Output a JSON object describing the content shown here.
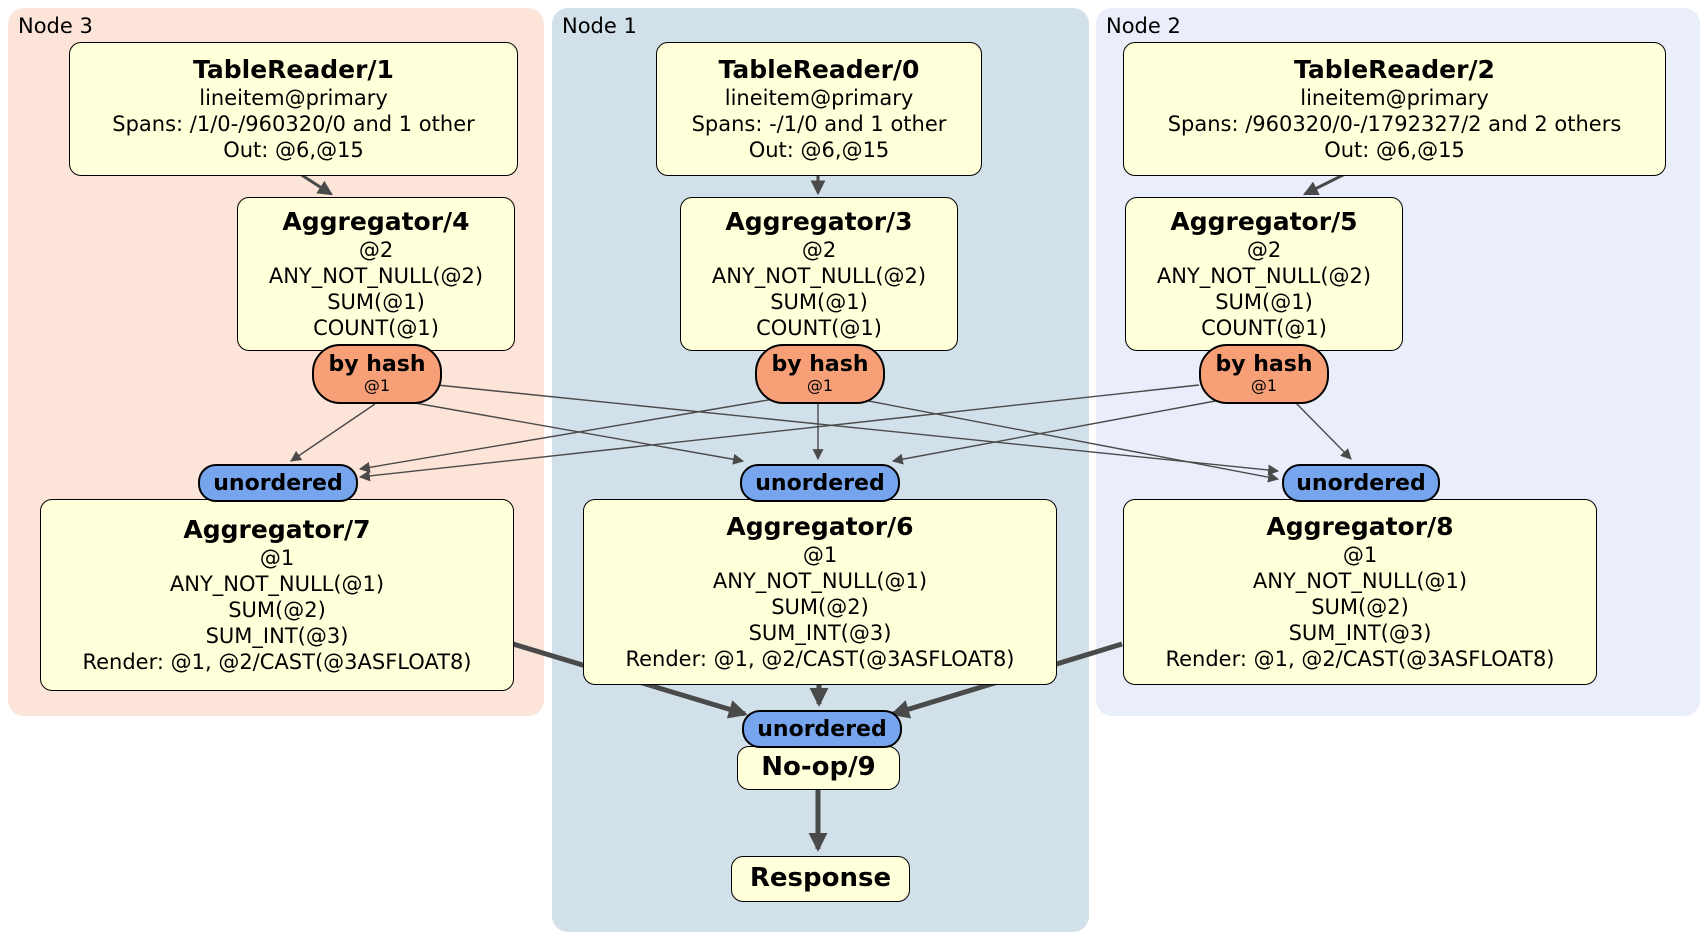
{
  "diagram": {
    "panels": [
      {
        "label": "Node 3"
      },
      {
        "label": "Node 1"
      },
      {
        "label": "Node 2"
      }
    ]
  },
  "processors": {
    "tr1": {
      "title": "TableReader/1",
      "lines": [
        "lineitem@primary",
        "Spans: /1/0-/960320/0 and 1 other",
        "Out: @6,@15"
      ]
    },
    "tr0": {
      "title": "TableReader/0",
      "lines": [
        "lineitem@primary",
        "Spans: -/1/0 and 1 other",
        "Out: @6,@15"
      ]
    },
    "tr2": {
      "title": "TableReader/2",
      "lines": [
        "lineitem@primary",
        "Spans: /960320/0-/1792327/2 and 2 others",
        "Out: @6,@15"
      ]
    },
    "agg4": {
      "title": "Aggregator/4",
      "lines": [
        "@2",
        "ANY_NOT_NULL(@2)",
        "SUM(@1)",
        "COUNT(@1)"
      ]
    },
    "agg3": {
      "title": "Aggregator/3",
      "lines": [
        "@2",
        "ANY_NOT_NULL(@2)",
        "SUM(@1)",
        "COUNT(@1)"
      ]
    },
    "agg5": {
      "title": "Aggregator/5",
      "lines": [
        "@2",
        "ANY_NOT_NULL(@2)",
        "SUM(@1)",
        "COUNT(@1)"
      ]
    },
    "agg7": {
      "title": "Aggregator/7",
      "lines": [
        "@1",
        "ANY_NOT_NULL(@1)",
        "SUM(@2)",
        "SUM_INT(@3)",
        "Render: @1, @2/CAST(@3ASFLOAT8)"
      ]
    },
    "agg6": {
      "title": "Aggregator/6",
      "lines": [
        "@1",
        "ANY_NOT_NULL(@1)",
        "SUM(@2)",
        "SUM_INT(@3)",
        "Render: @1, @2/CAST(@3ASFLOAT8)"
      ]
    },
    "agg8": {
      "title": "Aggregator/8",
      "lines": [
        "@1",
        "ANY_NOT_NULL(@1)",
        "SUM(@2)",
        "SUM_INT(@3)",
        "Render: @1, @2/CAST(@3ASFLOAT8)"
      ]
    },
    "noop9": {
      "title": "No-op/9"
    },
    "response": {
      "title": "Response"
    }
  },
  "routers": [
    {
      "label": "by hash",
      "key": "@1"
    },
    {
      "label": "by hash",
      "key": "@1"
    },
    {
      "label": "by hash",
      "key": "@1"
    }
  ],
  "syncs": [
    {
      "label": "unordered"
    },
    {
      "label": "unordered"
    },
    {
      "label": "unordered"
    },
    {
      "label": "unordered"
    }
  ],
  "colors": {
    "node3_bg": "#fce4d8",
    "node1_bg": "#d2e0ea",
    "node2_bg": "#e9eefa",
    "box_fill": "#ffffd9",
    "router_fill": "#f7a077",
    "sync_fill": "#76a5ee",
    "edge": "#4a4a4a"
  }
}
